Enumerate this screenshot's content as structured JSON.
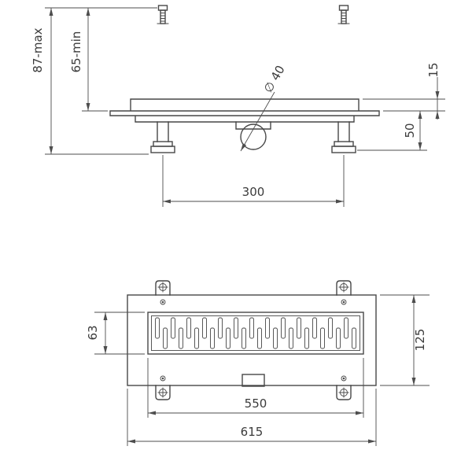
{
  "drawing": {
    "side_view": {
      "height_max_label": "87-max",
      "height_min_label": "65-min",
      "outlet_diameter_label": "∅ 40",
      "edge_height_label": "15",
      "body_depth_label": "50",
      "feet_spacing_label": "300"
    },
    "plan_view": {
      "grate_width_label": "63",
      "overall_width_label": "125",
      "grate_length_label": "550",
      "overall_length_label": "615"
    },
    "colors": {
      "line": "#4a4a4a",
      "background": "#ffffff"
    }
  }
}
